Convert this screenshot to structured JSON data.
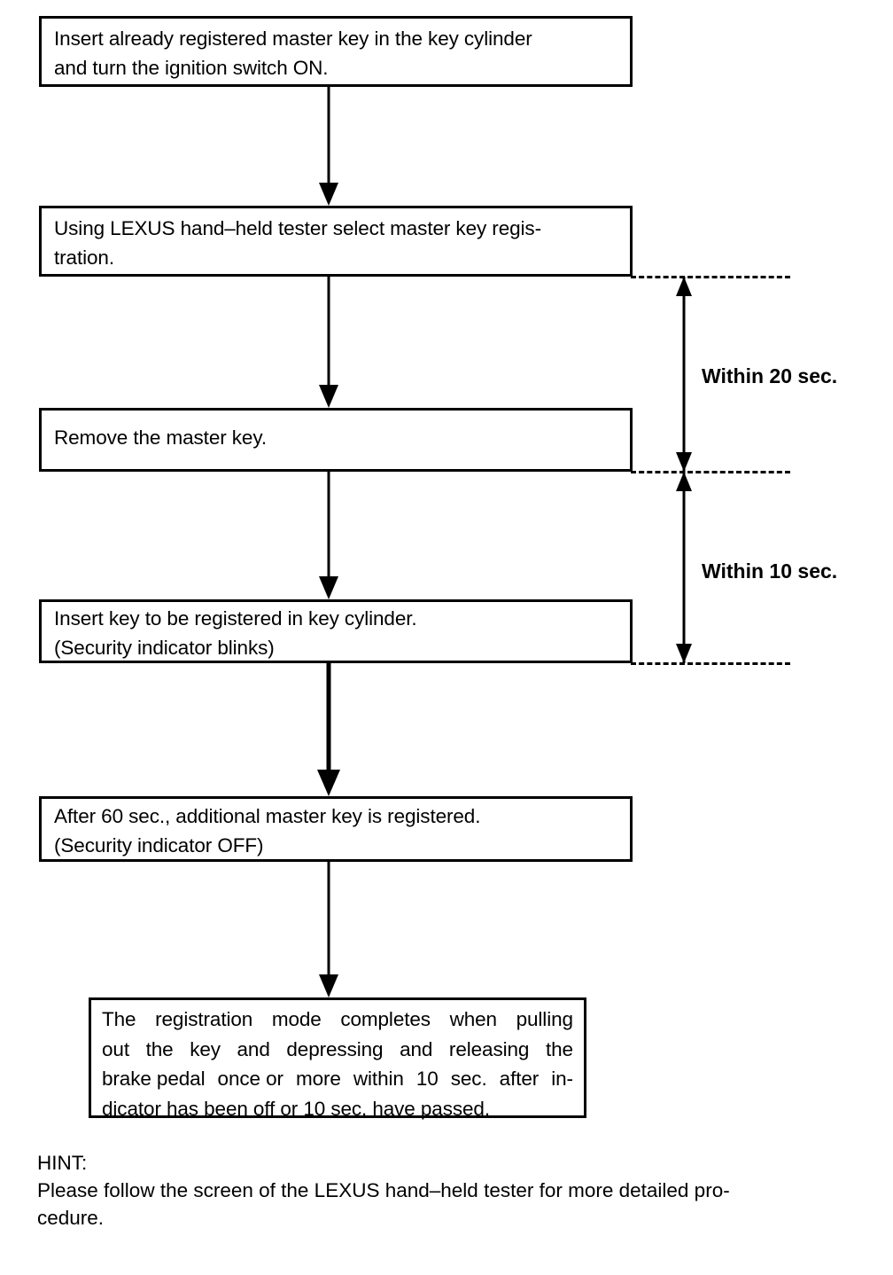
{
  "document": {
    "type": "procedure-flowchart",
    "subject": "Master key registration using LEXUS hand-held tester"
  },
  "flowchart": {
    "steps": [
      {
        "id": "step-1",
        "lines": [
          "Insert already registered master key in the key cylinder",
          "and turn the ignition switch ON."
        ]
      },
      {
        "id": "step-2",
        "lines": [
          "Using LEXUS hand–held tester select master key regis-",
          "tration."
        ]
      },
      {
        "id": "step-3",
        "lines": [
          "Remove the master key."
        ]
      },
      {
        "id": "step-4",
        "lines": [
          "Insert key to be registered in key cylinder.",
          "(Security indicator blinks)"
        ]
      },
      {
        "id": "step-5",
        "lines": [
          "After 60 sec., additional master key is registered.",
          "(Security indicator OFF)"
        ]
      }
    ],
    "final_step": {
      "id": "step-6",
      "lines": [
        [
          "The",
          "registration",
          "mode",
          "completes",
          "when",
          "pulling"
        ],
        [
          "out",
          "the",
          "key",
          "and",
          "depressing",
          "and",
          "releasing",
          "the"
        ],
        [
          "brake pedal",
          "once or",
          "more",
          "within",
          "10",
          "sec.",
          "after",
          "in-"
        ],
        [
          "dicator has been off or 10 sec. have passed."
        ]
      ]
    },
    "timing_annotations": [
      {
        "id": "timing-20",
        "label": "Within 20 sec."
      },
      {
        "id": "timing-10",
        "label": "Within 10 sec."
      }
    ]
  },
  "hint": {
    "title": "HINT:",
    "lines": [
      "Please follow the screen of the LEXUS hand–held tester for more detailed pro-",
      "cedure."
    ]
  },
  "colors": {
    "ink": "#000000",
    "paper": "#ffffff"
  }
}
